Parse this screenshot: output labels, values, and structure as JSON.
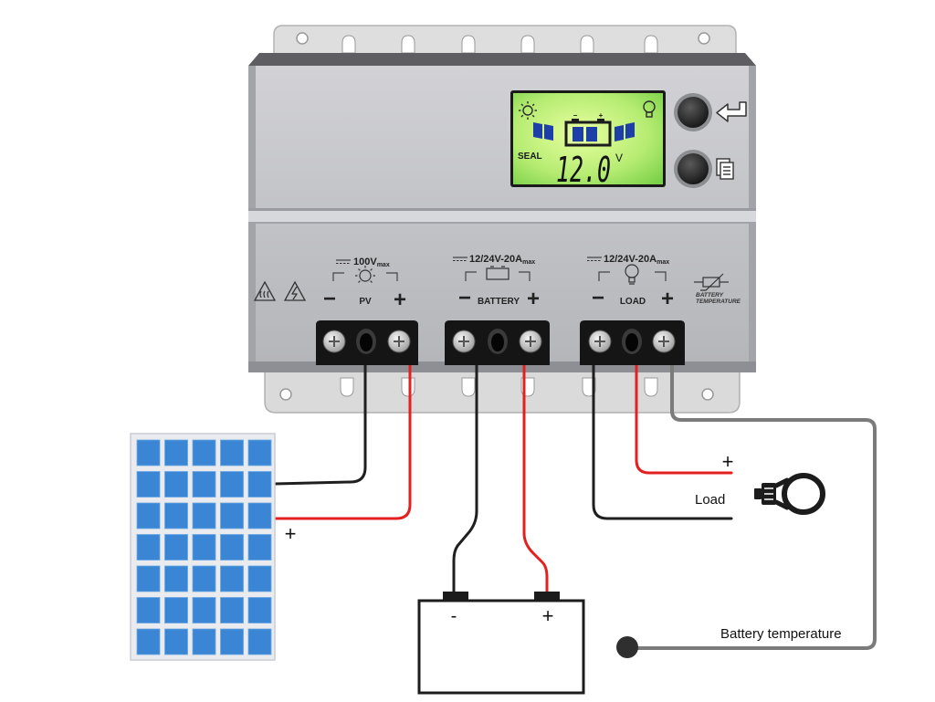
{
  "controller": {
    "lcd": {
      "mode": "SEAL",
      "battery_minus": "−",
      "battery_plus": "+",
      "voltage": "12.0",
      "unit": "V",
      "icons": [
        "sun-icon",
        "solar-panel-icon",
        "battery-icon",
        "bulb-icon"
      ]
    },
    "buttons": [
      {
        "name": "enter-button",
        "icon": "enter-icon"
      },
      {
        "name": "menu-button",
        "icon": "document-icon"
      }
    ],
    "terminals": {
      "pv": {
        "rating": "100V",
        "rating_sub": "max",
        "label": "PV",
        "minus": "−",
        "plus": "+",
        "icon": "sun-icon"
      },
      "battery": {
        "rating": "12/24V-20A",
        "rating_sub": "max",
        "label": "BATTERY",
        "minus": "−",
        "plus": "+",
        "icon": "battery-icon"
      },
      "load": {
        "rating": "12/24V-20A",
        "rating_sub": "max",
        "label": "LOAD",
        "minus": "−",
        "plus": "+",
        "icon": "bulb-icon"
      }
    },
    "temperature_port": {
      "line1": "BATTERY",
      "line2": "TEMPERATURE",
      "icon": "thermistor-icon"
    },
    "warnings": [
      "hot-surface-warning-icon",
      "electric-shock-warning-icon"
    ]
  },
  "wiring": {
    "solar_plus": "+",
    "load_plus": "+",
    "load_label": "Load",
    "battery_minus": "-",
    "battery_plus": "+",
    "temperature_label": "Battery temperature"
  },
  "colors": {
    "wire_red": "#e3201f",
    "wire_black": "#1f1f1f",
    "sensor_gray": "#7b7b7b",
    "panel_blue": "#3a86d4",
    "lcd_green": "#9fe06a",
    "lcd_icon_blue": "#1f3fa8"
  }
}
